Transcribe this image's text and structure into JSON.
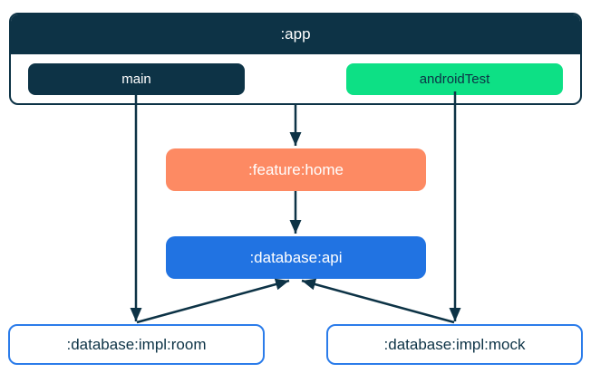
{
  "diagram": {
    "nodes": {
      "app": {
        "label": ":app",
        "role": "application-module-container"
      },
      "main": {
        "label": "main",
        "role": "source-set"
      },
      "android_test": {
        "label": "androidTest",
        "role": "source-set"
      },
      "feature_home": {
        "label": ":feature:home",
        "role": "feature-module"
      },
      "database_api": {
        "label": ":database:api",
        "role": "api-module"
      },
      "database_impl_room": {
        "label": ":database:impl:room",
        "role": "implementation-module"
      },
      "database_impl_mock": {
        "label": ":database:impl:mock",
        "role": "implementation-module"
      }
    },
    "edges": [
      {
        "from": ":app",
        "to": ":feature:home"
      },
      {
        "from": "main",
        "to": ":database:impl:room"
      },
      {
        "from": "androidTest",
        "to": ":database:impl:mock"
      },
      {
        "from": ":feature:home",
        "to": ":database:api"
      },
      {
        "from": ":database:impl:room",
        "to": ":database:api"
      },
      {
        "from": ":database:impl:mock",
        "to": ":database:api"
      }
    ],
    "colors": {
      "navy": "#0d3346",
      "green": "#0de085",
      "coral": "#fd8a63",
      "blue": "#2173e2",
      "outline_blue": "#2b7cea",
      "background": "#ffffff"
    }
  }
}
